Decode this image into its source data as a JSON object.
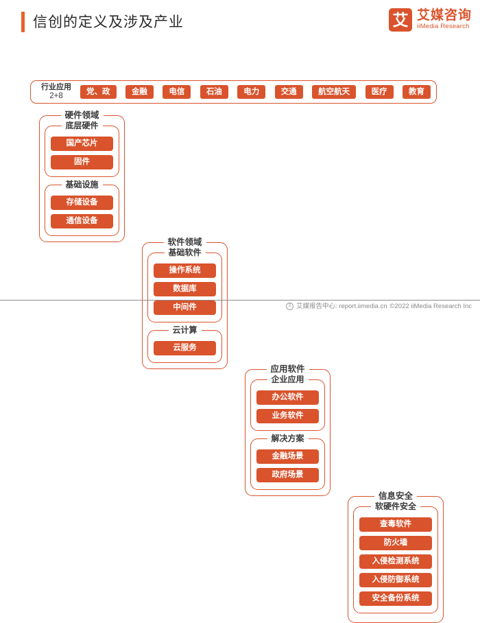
{
  "header": {
    "title": "信创的定义及涉及产业",
    "logo": {
      "mark": "艾",
      "cn": "艾媒咨询",
      "en": "iiMedia Research"
    }
  },
  "banner": {
    "label_line1": "行业应用",
    "label_line2": "2+8",
    "chips": [
      "党、政",
      "金融",
      "电信",
      "石油",
      "电力",
      "交通",
      "航空航天",
      "医疗",
      "教育"
    ]
  },
  "columns": [
    {
      "title": "硬件领域",
      "groups": [
        {
          "title": "底层硬件",
          "items": [
            "国产芯片",
            "固件"
          ]
        },
        {
          "title": "基础设施",
          "items": [
            "存储设备",
            "通信设备"
          ]
        }
      ]
    },
    {
      "title": "软件领域",
      "groups": [
        {
          "title": "基础软件",
          "items": [
            "操作系统",
            "数据库",
            "中间件"
          ]
        },
        {
          "title": "云计算",
          "items": [
            "云服务"
          ]
        }
      ]
    },
    {
      "title": "应用软件",
      "groups": [
        {
          "title": "企业应用",
          "items": [
            "办公软件",
            "业务软件"
          ]
        },
        {
          "title": "解决方案",
          "items": [
            "金融场景",
            "政府场景"
          ]
        }
      ]
    },
    {
      "title": "信息安全",
      "groups": [
        {
          "title": "软硬件安全",
          "items": [
            "查毒软件",
            "防火墙",
            "入侵检测系统",
            "入侵防御系统",
            "安全备份系统"
          ]
        }
      ]
    }
  ],
  "footer": {
    "badge": "艾",
    "source": "艾媒报告中心: report.iimedia.cn",
    "copyright": "©2022  iiMedia Research  Inc"
  },
  "colors": {
    "accent": "#D9532C",
    "title_bar": "#E8622A",
    "text_dark": "#2b2b2b",
    "footer_text": "#8a8a8a"
  }
}
